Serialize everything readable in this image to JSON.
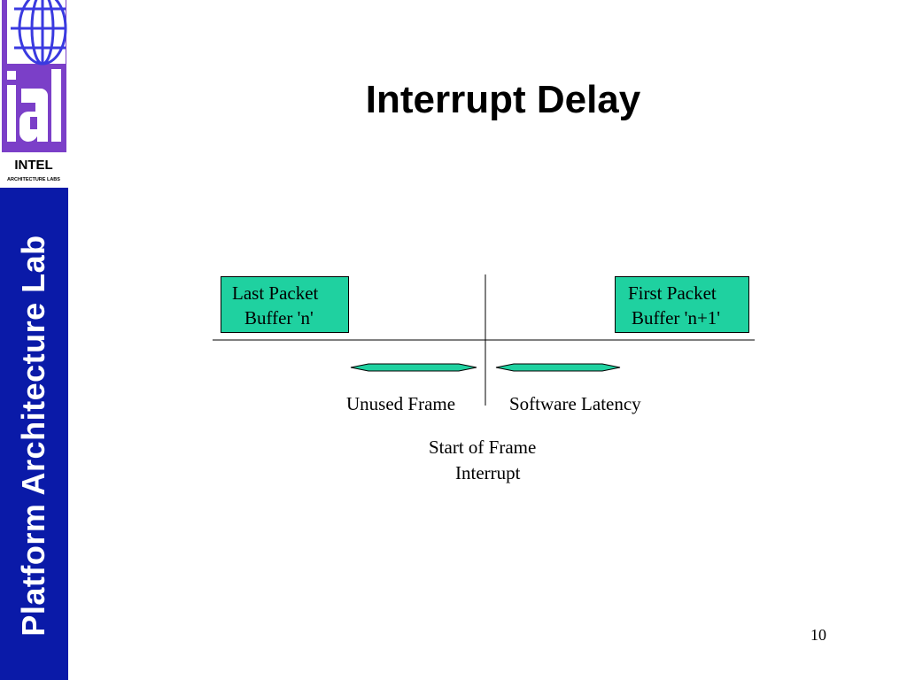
{
  "sidebar": {
    "text": "Platform Architecture Lab"
  },
  "logo": {
    "letters": "ial",
    "brand": "INTEL",
    "subtitle": "ARCHITECTURE LABS"
  },
  "title": "Interrupt Delay",
  "boxes": {
    "left": {
      "line1": "Last Packet",
      "line2": "Buffer 'n'"
    },
    "right": {
      "line1": "First Packet",
      "line2": "Buffer 'n+1'"
    }
  },
  "labels": {
    "unused_frame": "Unused Frame",
    "software_latency": "Software Latency",
    "sof_line1": "Start of Frame",
    "sof_line2": "Interrupt"
  },
  "page_number": "10",
  "colors": {
    "sidebar": "#0a1aa8",
    "box_fill": "#1fd1a0",
    "arrow": "#1fd1a0",
    "logo_purple": "#7b3fc8"
  }
}
